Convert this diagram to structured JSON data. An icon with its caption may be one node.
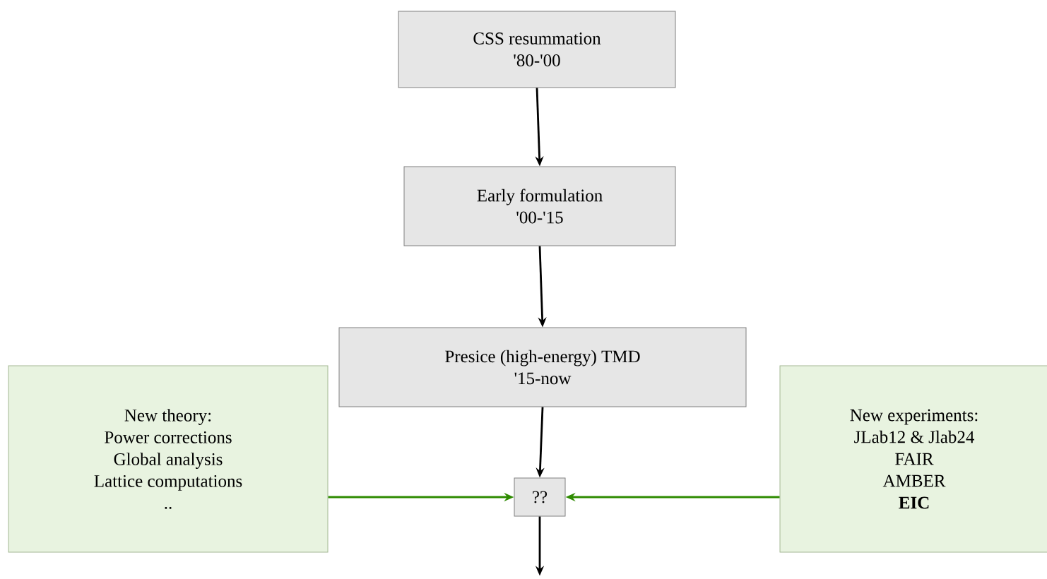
{
  "diagram": {
    "nodes": [
      {
        "text": [
          "CSS resummation",
          "'80-'00"
        ]
      },
      {
        "text": [
          "Early formulation",
          "'00-'15"
        ]
      },
      {
        "text": [
          "Presice (high-energy) TMD",
          "'15-now"
        ]
      },
      {
        "text": [
          "New theory:",
          "Power corrections",
          "Global analysis",
          "Lattice computations",
          ".."
        ]
      },
      {
        "text": [
          "??"
        ]
      },
      {
        "text": [
          "New experiments:",
          "JLab12 & Jlab24",
          "FAIR",
          "AMBER",
          "**EIC**"
        ]
      }
    ],
    "edges": [
      {
        "from": 0,
        "to": 1,
        "arrow": "to"
      },
      {
        "from": 1,
        "to": 2,
        "arrow": "to"
      },
      {
        "from": 2,
        "to": 4,
        "arrow": "to"
      },
      {
        "from": 3,
        "to": 4,
        "arrow": "to",
        "color": "#2e8b00"
      },
      {
        "from": 5,
        "to": 4,
        "arrow": "to",
        "color": "#2e8b00"
      },
      {
        "from": 4,
        "to": null,
        "arrow": "to"
      }
    ]
  }
}
